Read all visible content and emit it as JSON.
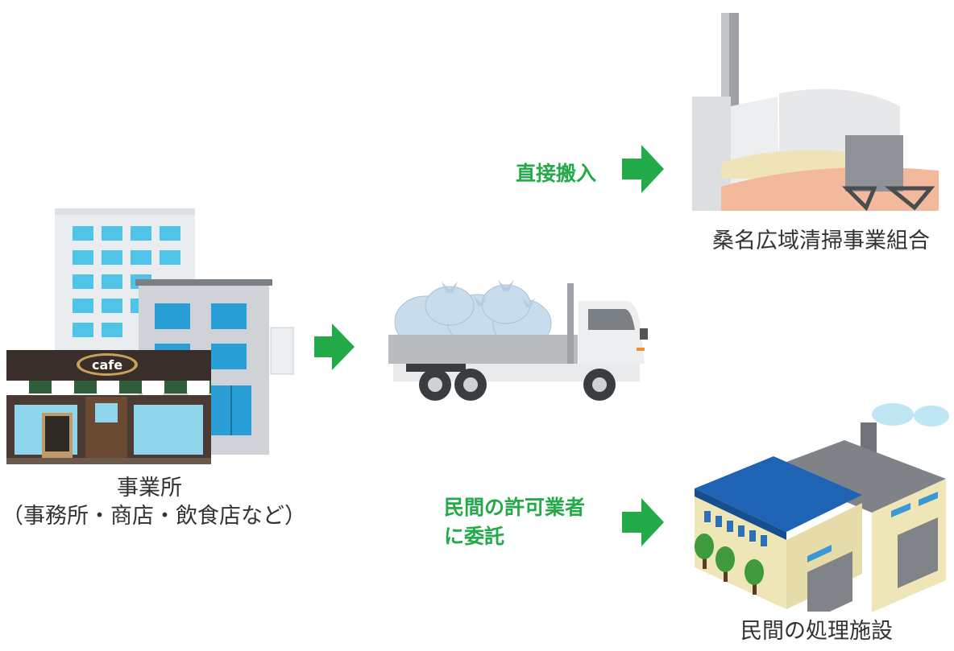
{
  "source": {
    "title": "事業所",
    "subtitle": "（事務所・商店・飲食店など）",
    "sign_text": "cafe"
  },
  "destinations": {
    "upper": {
      "arrow_label": "直接搬入",
      "name": "桑名広域清掃事業組合"
    },
    "lower": {
      "arrow_label_line1": "民間の許可業者",
      "arrow_label_line2": "に委託",
      "name": "民間の処理施設"
    }
  },
  "colors": {
    "arrow": "#22ab48",
    "label_green": "#22ab48"
  }
}
